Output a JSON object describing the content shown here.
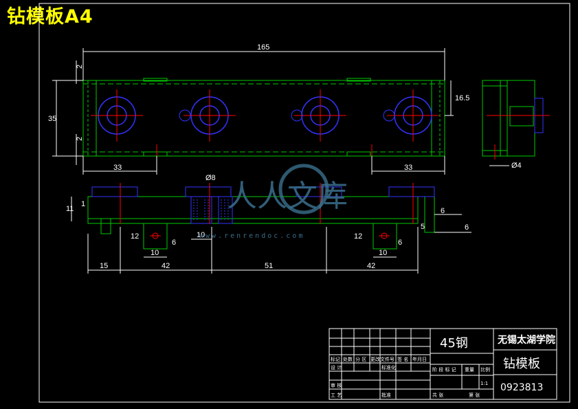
{
  "title": "钻模板A4",
  "dimensions": {
    "top_length": "165",
    "top_left_offset": "2",
    "height": "35",
    "bottom_left_offset": "2",
    "right_offset": "16.5",
    "left_span": "33",
    "right_span": "33",
    "pin_diameter": "Ø4",
    "bore_diameter": "Ø8",
    "left_height": "11",
    "left_step": "1",
    "right_step_top": "6",
    "right_step_mid": "5",
    "right_step_bottom": "6",
    "slot_depth_left": "12",
    "slot_width_left": "10",
    "slot_depth_center": "6",
    "slot_width_center": "10",
    "slot_depth_right": "12",
    "slot_offset_right": "6",
    "slot_width_right": "10",
    "chain_1": "15",
    "chain_2": "42",
    "chain_3": "51",
    "chain_4": "42"
  },
  "title_block": {
    "material": "45钢",
    "school": "无锡太湖学院",
    "part_name": "钻模板",
    "drawing_no": "0923813",
    "scale": "1:1",
    "row_headers": [
      "标记",
      "处数",
      "分 区",
      "更改文件号",
      "签 名",
      "年月日"
    ],
    "designer_row": "设 计",
    "standardization": "标准化",
    "stage_headers": [
      "阶 段 标 记",
      "重量",
      "比例"
    ],
    "review": "审 核",
    "process": "工 艺",
    "approve": "批准",
    "sheets": "共 张",
    "sheet_no": "第 张"
  },
  "watermark": {
    "text": "人人文库",
    "url": "www.renrendoc.com"
  },
  "colors": {
    "outline": "#00cc00",
    "center": "#ff0000",
    "hole": "#3333ff",
    "dim": "#ffffff",
    "title": "#ffff00"
  }
}
